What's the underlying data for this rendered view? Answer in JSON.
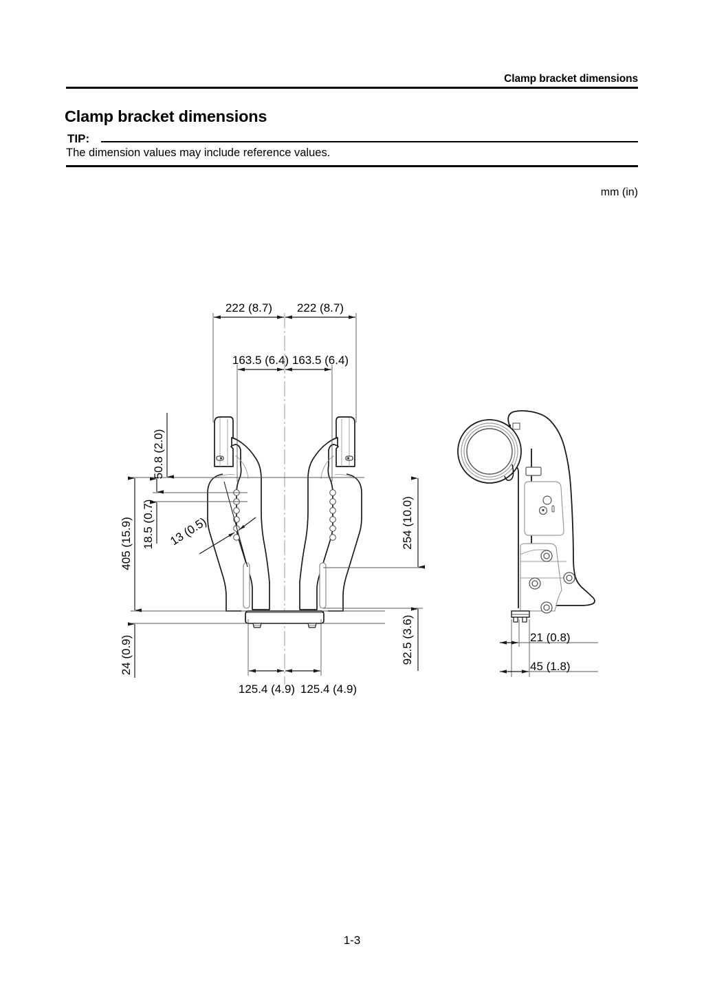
{
  "header": {
    "running_head": "Clamp bracket dimensions",
    "page_title": "Clamp bracket dimensions"
  },
  "tip": {
    "label": "TIP:",
    "text": "The dimension values may include reference values."
  },
  "units_note": "mm (in)",
  "footer": {
    "page_number": "1-3"
  },
  "drawing": {
    "title": "Clamp bracket dimensional drawing",
    "views": [
      {
        "name": "front-view",
        "description": "Front view of clamp bracket showing two symmetric arms about a vertical centerline"
      },
      {
        "name": "side-view",
        "description": "Side view of clamp bracket showing circular swivel bore at top"
      }
    ],
    "dimensions": {
      "top_left_width": "222 (8.7)",
      "top_right_width": "222 (8.7)",
      "second_left_width": "163.5 (6.4)",
      "second_right_width": "163.5 (6.4)",
      "bottom_left_width": "125.4 (4.9)",
      "bottom_right_width": "125.4 (4.9)",
      "left_upper_height": "50.8 (2.0)",
      "left_overall_height": "405 (15.9)",
      "left_small_height": "18.5 (0.7)",
      "left_bottom_height": "24 (0.9)",
      "hole_diameter": "13 (0.5)",
      "right_upper_height": "254 (10.0)",
      "right_lower_height": "92.5 (3.6)",
      "side_small_width": "21 (0.8)",
      "side_large_width": "45 (1.8)"
    }
  },
  "colors": {
    "ink": "#000000",
    "line": "#1a1a1a",
    "thin_line": "#9a9a9a",
    "paper": "#ffffff"
  }
}
